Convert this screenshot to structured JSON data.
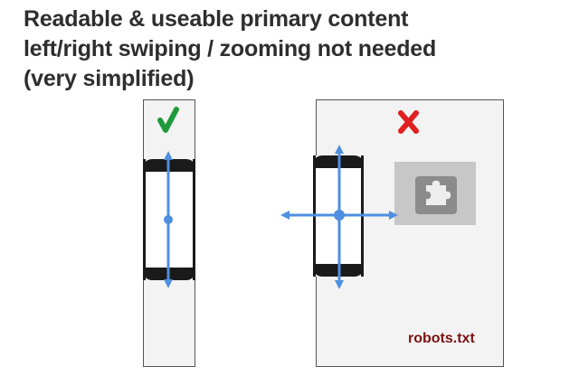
{
  "title_lines": [
    "Readable & useable primary content",
    "left/right swiping / zooming not needed",
    "(very simplified)"
  ],
  "good_example": {
    "mark_icon": "checkmark-icon",
    "mark_color": "#1f9a3c"
  },
  "bad_example": {
    "mark_icon": "cross-icon",
    "mark_color": "#e0201f",
    "blocked_content_icon": "puzzle-piece-icon",
    "blocked_resource_label": "robots.txt",
    "blocked_resource_color": "#7a1212"
  },
  "colors": {
    "arrow": "#4f8fe0",
    "phone_frame": "#1a1a1a",
    "panel": "#f3f3f3",
    "plugin_box": "#c7c7c7",
    "plugin_tile": "#8b8b8b"
  }
}
